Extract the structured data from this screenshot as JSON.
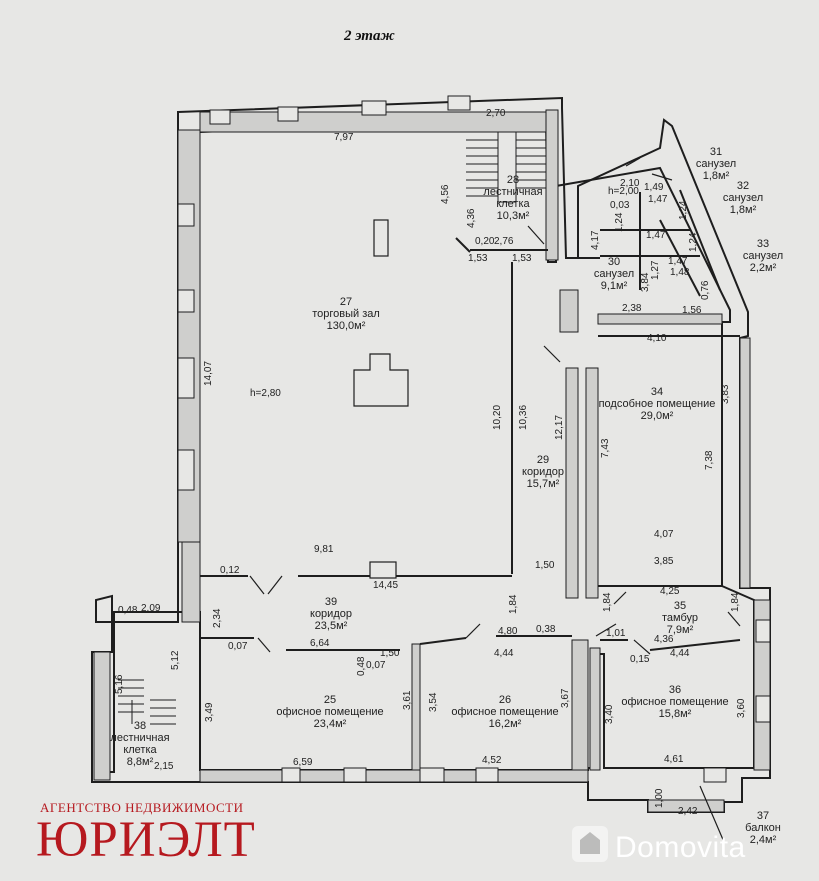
{
  "floor_title": "2 этаж",
  "rooms": {
    "r27": {
      "number": "27",
      "name": "торговый зал",
      "area": "130,0м²"
    },
    "r28": {
      "number": "28",
      "name_line1": "лестничная",
      "name_line2": "клетка",
      "area": "10,3м²"
    },
    "r29": {
      "number": "29",
      "name": "коридор",
      "area": "15,7м²"
    },
    "r30": {
      "number": "30",
      "name": "санузел",
      "area": "9,1м²"
    },
    "r31": {
      "number": "31",
      "name": "санузел",
      "area": "1,8м²"
    },
    "r32": {
      "number": "32",
      "name": "санузел",
      "area": "1,8м²"
    },
    "r33": {
      "number": "33",
      "name": "санузел",
      "area": "2,2м²"
    },
    "r34": {
      "number": "34",
      "name": "подсобное помещение",
      "area": "29,0м²"
    },
    "r35": {
      "number": "35",
      "name": "тамбур",
      "area": "7,9м²"
    },
    "r36": {
      "number": "36",
      "name": "офисное помещение",
      "area": "15,8м²"
    },
    "r37": {
      "number": "37",
      "name": "балкон",
      "area": "2,4м²"
    },
    "r38": {
      "number": "38",
      "name_line1": "лестничная",
      "name_line2": "клетка",
      "area": "8,8м²"
    },
    "r39": {
      "number": "39",
      "name": "коридор",
      "area": "23,5м²"
    },
    "r25": {
      "number": "25",
      "name": "офисное помещение",
      "area": "23,4м²"
    },
    "r26": {
      "number": "26",
      "name": "офисное помещение",
      "area": "16,2м²"
    }
  },
  "ceiling": {
    "h1": "h=2,80",
    "h2": "h=2,00"
  },
  "dims": {
    "d797": "7,97",
    "d270": "2,70",
    "d456": "4,56",
    "d436": "4,36",
    "d020": "0,20",
    "d276": "2,76",
    "d153a": "1,53",
    "d153b": "1,53",
    "d1407": "14,07",
    "d1020": "10,20",
    "d1036": "10,36",
    "d1217": "12,17",
    "d743": "7,43",
    "d738": "7,38",
    "d383": "3,83",
    "d410": "4,10",
    "d407": "4,07",
    "d385": "3,85",
    "d425": "4,25",
    "d238": "2,38",
    "d156": "1,56",
    "d417": "4,17",
    "d210": "2,10",
    "d149": "1,49",
    "d147a": "1,47",
    "d147b": "1,47",
    "d147c": "1,47",
    "d148": "1,48",
    "d003": "0,03",
    "d124a": "1,24",
    "d124b": "1,24",
    "d124c": "1,24",
    "d127": "1,27",
    "d384": "3,84",
    "d076": "0,76",
    "d981": "9,81",
    "d1445": "14,45",
    "d012": "0,12",
    "d150a": "1,50",
    "d048a": "0,48",
    "d209": "2,09",
    "d234": "2,34",
    "d184a": "1,84",
    "d184b": "1,84",
    "d184c": "1,84",
    "d480": "4,80",
    "d038": "0,38",
    "d101": "1,01",
    "d436b": "4,36",
    "d015": "0,15",
    "d444a": "4,44",
    "d444b": "4,44",
    "d007a": "0,07",
    "d664": "6,64",
    "d048b": "0,48",
    "d150b": "1,50",
    "d007b": "0,07",
    "d516": "5,16",
    "d512": "5,12",
    "d349": "3,49",
    "d361": "3,61",
    "d354": "3,54",
    "d367": "3,67",
    "d340": "3,40",
    "d360": "3,60",
    "d659": "6,59",
    "d452": "4,52",
    "d215": "2,15",
    "d461": "4,61",
    "d100": "1,00",
    "d242": "2,42"
  },
  "agency": {
    "line": "АГЕНТСТВО НЕДВИЖИМОСТИ",
    "brand": "ЮРИЭЛТ"
  },
  "watermark": {
    "text": "Domovita"
  },
  "colors": {
    "wall": "#1e1e1e",
    "paper": "#e7e7e5",
    "brand": "#b6191f"
  }
}
